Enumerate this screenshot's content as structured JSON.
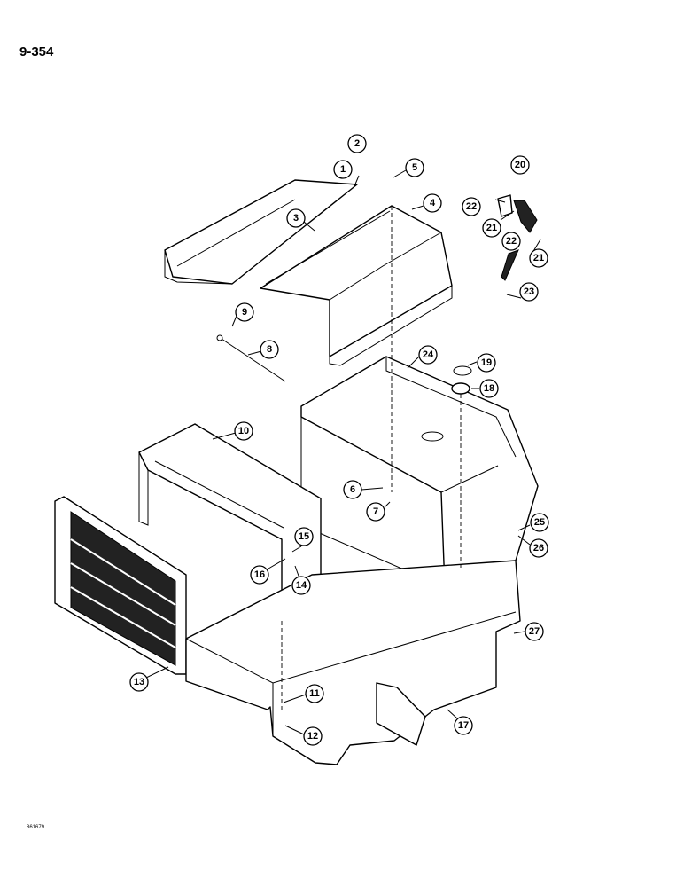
{
  "page_number": "9-354",
  "image_code": "861679",
  "callouts": [
    "1",
    "2",
    "3",
    "4",
    "5",
    "6",
    "7",
    "8",
    "9",
    "10",
    "11",
    "12",
    "13",
    "14",
    "15",
    "16",
    "17",
    "18",
    "19",
    "20",
    "21",
    "21",
    "22",
    "22",
    "23",
    "24",
    "25",
    "26",
    "27"
  ]
}
